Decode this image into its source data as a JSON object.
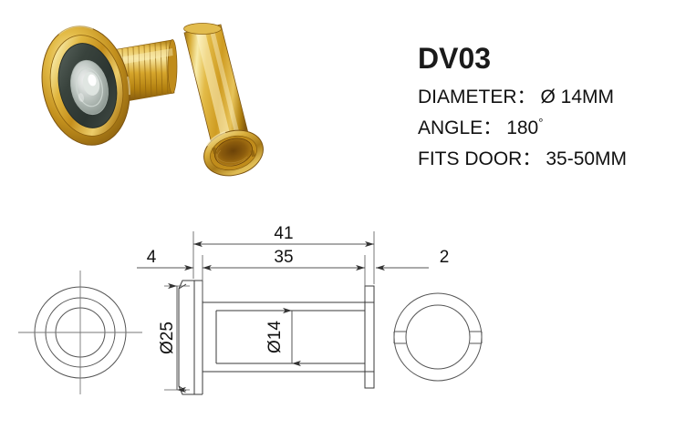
{
  "product": {
    "model": "DV03",
    "photo_alt": "brass door viewer peephole and sleeve"
  },
  "specs": {
    "title": "DV03",
    "rows": [
      {
        "label": "DIAMETER：",
        "value": "Ø 14MM"
      },
      {
        "label": "ANGLE：",
        "value": "180",
        "suffix": "°"
      },
      {
        "label": "FITS DOOR：",
        "value": "35-50MM"
      }
    ]
  },
  "drawing": {
    "dimensions": {
      "overall_length": "41",
      "body_length": "35",
      "front_flange_thickness": "4",
      "rear_flange_thickness": "2",
      "flange_diameter": "Ø25",
      "bore_diameter": "Ø14"
    },
    "views": {
      "front": "three concentric circles with crosshair centerlines",
      "section": "side section view of viewer body",
      "rear": "annular ring with two slots"
    }
  },
  "colors": {
    "line": "#3a3a3a",
    "dim_line": "#555555",
    "text": "#111111",
    "brass_light": "#f3de8a",
    "brass_mid": "#d9ae3a",
    "brass_dark": "#a87a18",
    "brass_deep": "#7d5410",
    "lens_dark": "#3f4a44",
    "background": "#ffffff"
  }
}
